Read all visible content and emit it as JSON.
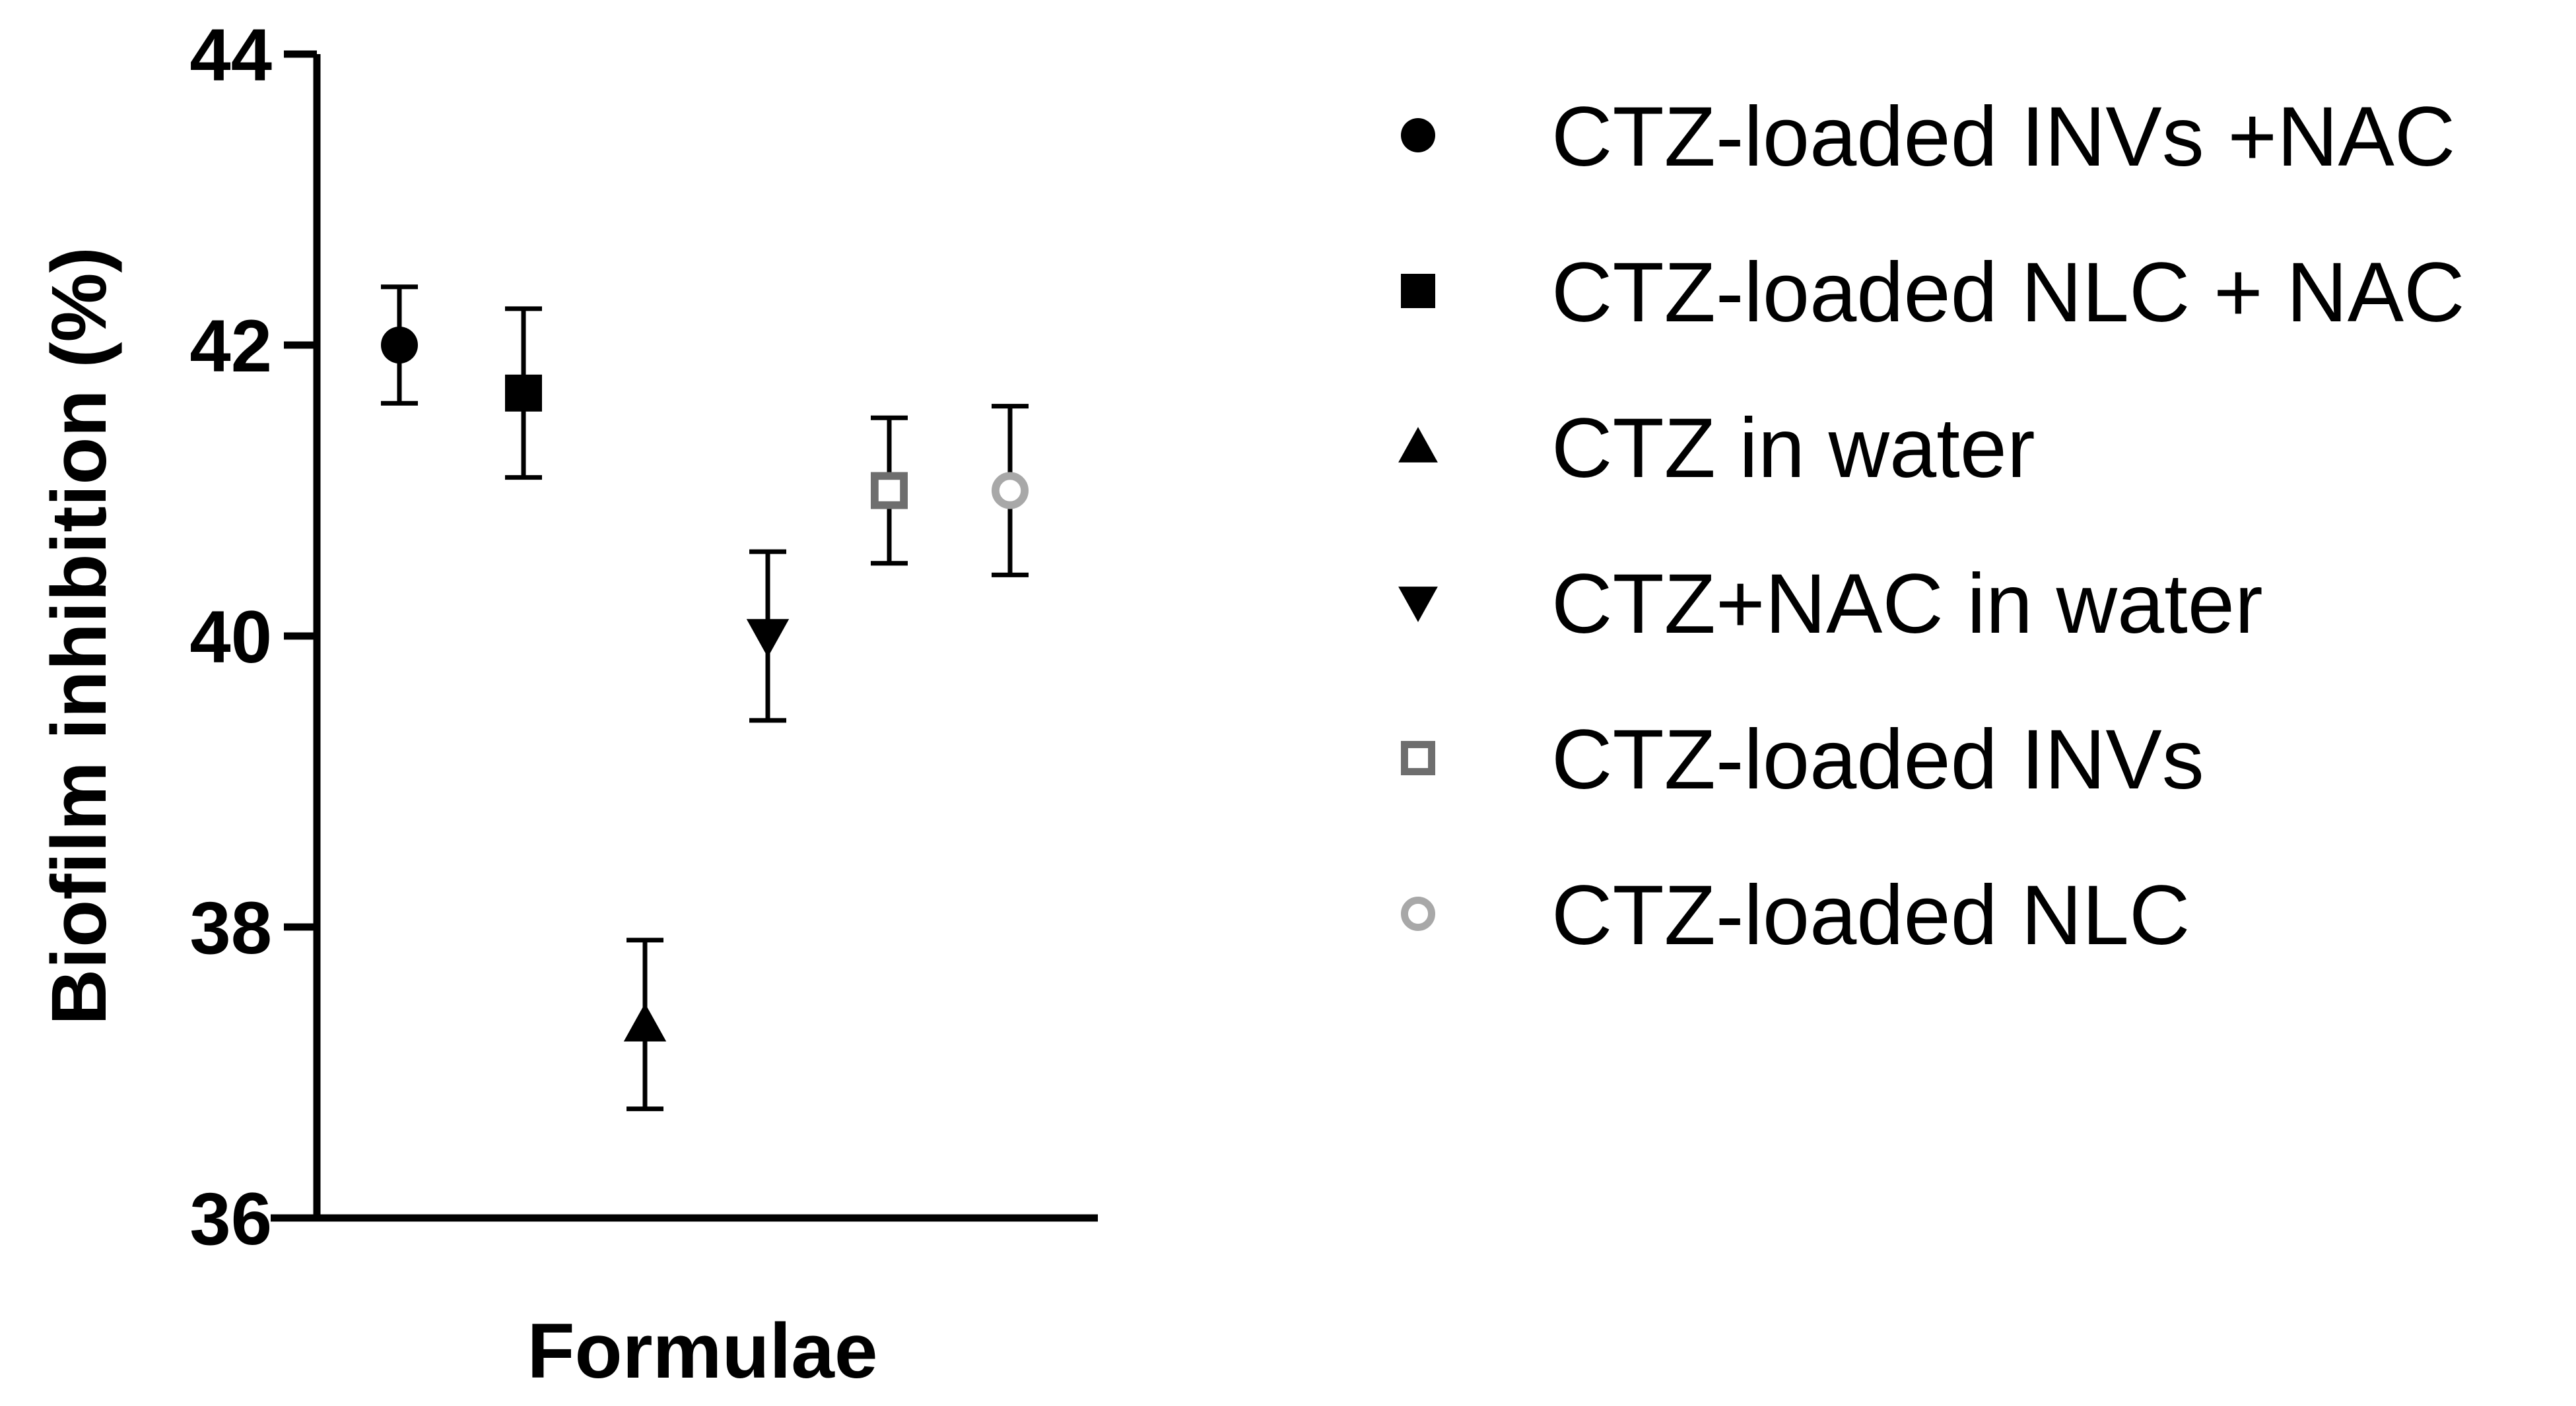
{
  "chart_data": {
    "type": "scatter",
    "title": "",
    "xlabel": "Formulae",
    "ylabel": "Biofilm inhibition (%)",
    "ylim": [
      36,
      44
    ],
    "yticks": [
      "36",
      "38",
      "40",
      "42",
      "44"
    ],
    "grid": false,
    "legend_position": "right",
    "series": [
      {
        "name": "CTZ-loaded INVs +NAC",
        "marker": "filled-circle",
        "color": "#000000",
        "value": 42.0,
        "error": 0.4
      },
      {
        "name": "CTZ-loaded NLC + NAC",
        "marker": "filled-square",
        "color": "#000000",
        "value": 41.67,
        "error": 0.58
      },
      {
        "name": "CTZ in water",
        "marker": "filled-triangle-up",
        "color": "#000000",
        "value": 37.33,
        "error": 0.58
      },
      {
        "name": "CTZ+NAC in water",
        "marker": "filled-triangle-down",
        "color": "#000000",
        "value": 40.0,
        "error": 0.58
      },
      {
        "name": "CTZ-loaded INVs",
        "marker": "open-square",
        "color": "#6e6e6e",
        "value": 41.0,
        "error": 0.5
      },
      {
        "name": "CTZ-loaded NLC",
        "marker": "open-circle",
        "color": "#a8a8a8",
        "value": 41.0,
        "error": 0.58
      }
    ]
  }
}
